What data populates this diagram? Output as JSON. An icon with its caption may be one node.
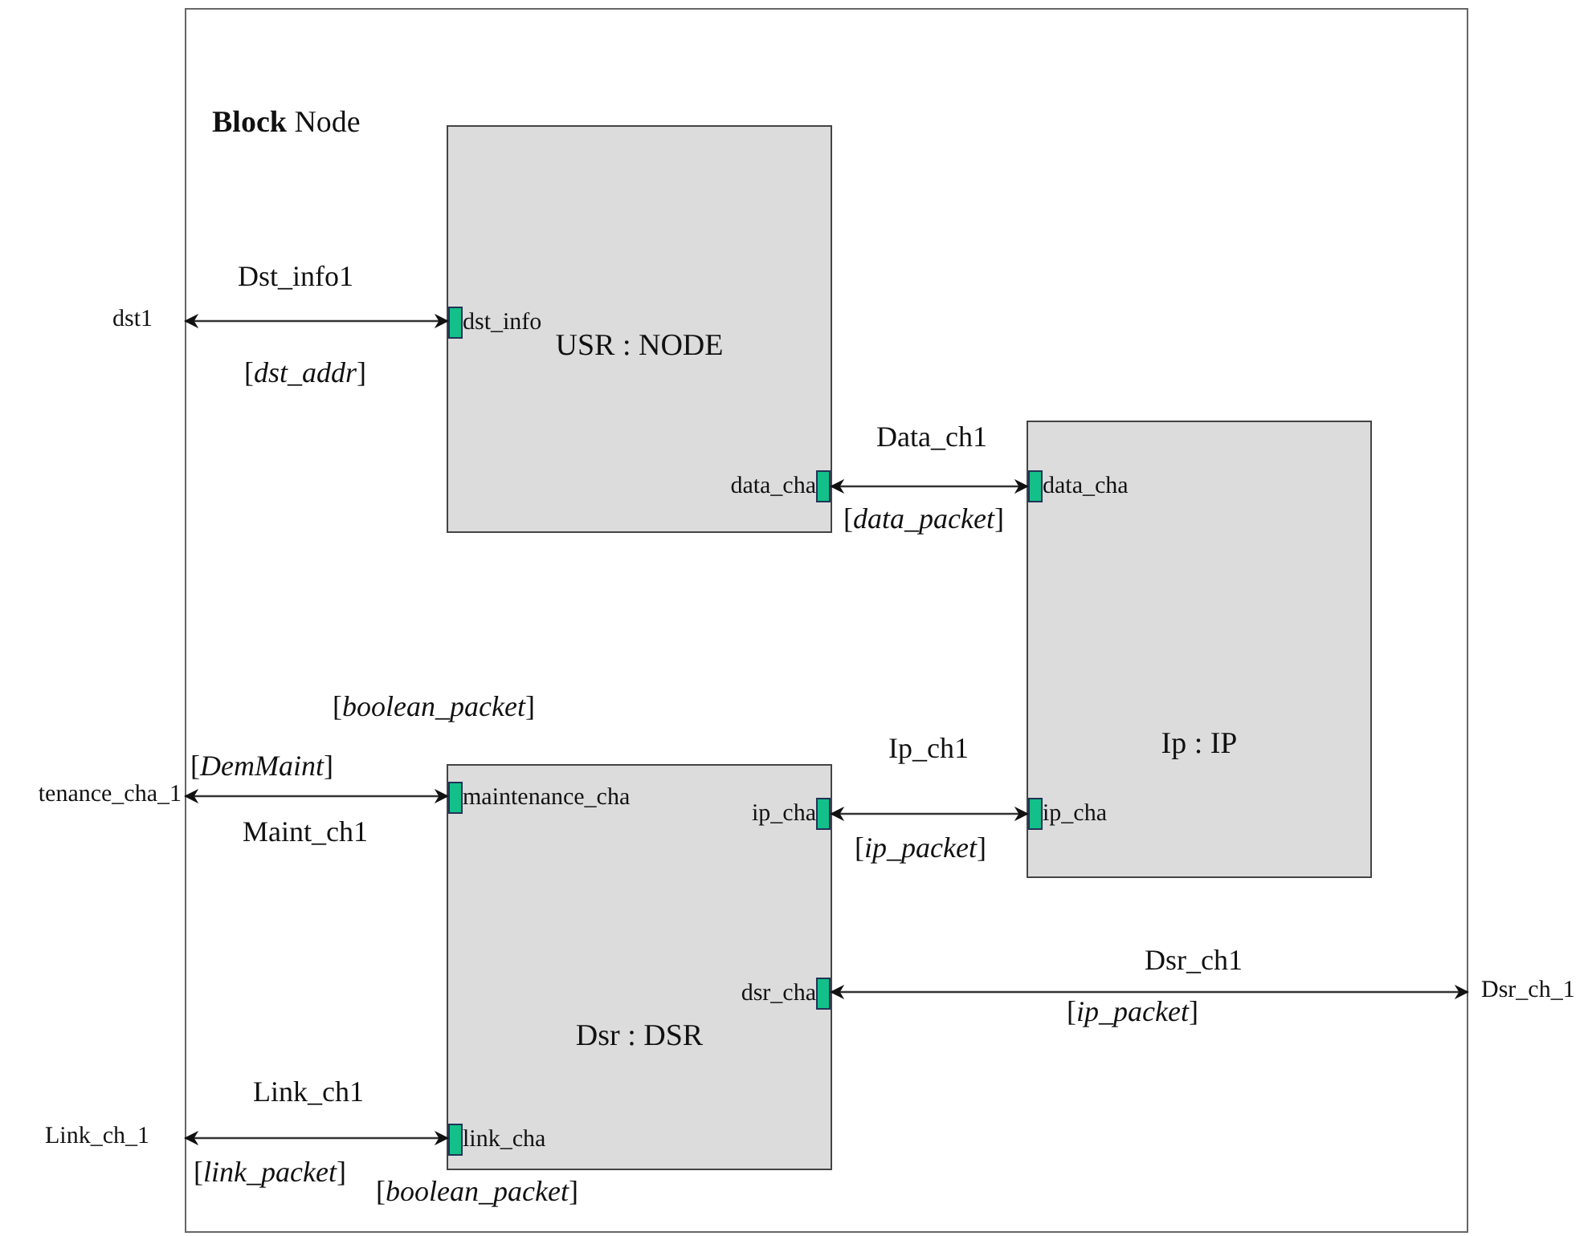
{
  "diagram": {
    "nodes": [
      {
        "text": [
          "**Block** Node"
        ]
      },
      {
        "text": [
          "USR : NODE"
        ],
        "in": 0
      },
      {
        "text": [
          "dst_info"
        ],
        "in": 1
      },
      {
        "text": [
          "data_cha"
        ],
        "in": 1
      },
      {
        "text": [
          "Ip : IP"
        ],
        "in": 0
      },
      {
        "text": [
          "data_cha"
        ],
        "in": 4
      },
      {
        "text": [
          "ip_cha"
        ],
        "in": 4
      },
      {
        "text": [
          "Dsr : DSR"
        ],
        "in": 0
      },
      {
        "text": [
          "maintenance_cha"
        ],
        "in": 7
      },
      {
        "text": [
          "ip_cha"
        ],
        "in": 7
      },
      {
        "text": [
          "dsr_cha"
        ],
        "in": 7
      },
      {
        "text": [
          "link_cha"
        ],
        "in": 7
      },
      {
        "text": [
          "dst1"
        ]
      },
      {
        "text": [
          "tenance_cha_1"
        ]
      },
      {
        "text": [
          "Link_ch_1"
        ]
      },
      {
        "text": [
          "Dsr_ch_1"
        ]
      }
    ],
    "edges": [
      {
        "from": 12,
        "to": 2,
        "arrow": "both",
        "label": "Dst_info1"
      },
      {
        "from": 3,
        "to": 5,
        "arrow": "both",
        "label": "Data_ch1"
      },
      {
        "from": 13,
        "to": 8,
        "arrow": "both",
        "label": "Maint_ch1"
      },
      {
        "from": 9,
        "to": 6,
        "arrow": "both",
        "label": "Ip_ch1"
      },
      {
        "from": 10,
        "to": 15,
        "arrow": "both",
        "label": "Dsr_ch1"
      },
      {
        "from": 14,
        "to": 11,
        "arrow": "both",
        "label": "Link_ch1"
      }
    ],
    "labels": [
      "[*dst_addr*]",
      "[*data_packet*]",
      "[*boolean_packet*]",
      "[*DemMaint*]",
      "[*ip_packet*]",
      "[*ip_packet*]",
      "[*link_packet*]",
      "[*boolean_packet*]"
    ]
  }
}
